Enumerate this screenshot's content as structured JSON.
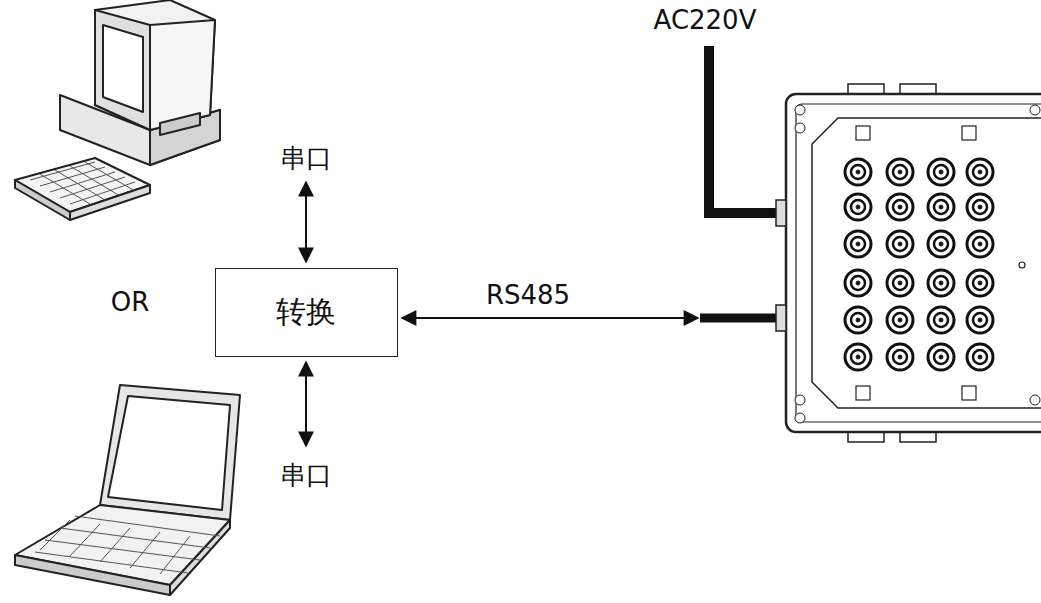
{
  "diagram": {
    "nodes": [
      {
        "text": [
          "转换"
        ]
      }
    ],
    "labels": [
      "AC220V",
      "串口",
      "OR",
      "RS485",
      "串口"
    ]
  }
}
